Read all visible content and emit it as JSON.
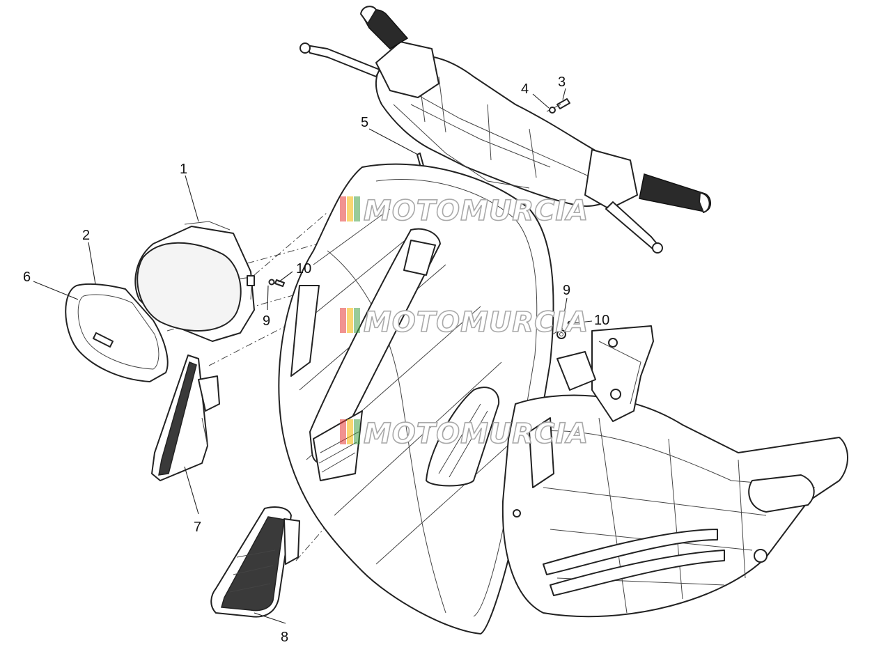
{
  "callouts": [
    {
      "id": "c1",
      "label": "1"
    },
    {
      "id": "c2",
      "label": "2"
    },
    {
      "id": "c3",
      "label": "3"
    },
    {
      "id": "c4",
      "label": "4"
    },
    {
      "id": "c5",
      "label": "5"
    },
    {
      "id": "c6",
      "label": "6"
    },
    {
      "id": "c7",
      "label": "7"
    },
    {
      "id": "c8",
      "label": "8"
    },
    {
      "id": "c9a",
      "label": "9"
    },
    {
      "id": "c9b",
      "label": "9"
    },
    {
      "id": "c10a",
      "label": "10"
    },
    {
      "id": "c10b",
      "label": "10"
    }
  ],
  "watermark": {
    "text": "MOTOMURCIA",
    "flag_colors": [
      "#e53935",
      "#f4b400",
      "#43a047"
    ]
  },
  "colors": {
    "line": "#222222",
    "watermark_outline": "#a9a9a9"
  }
}
